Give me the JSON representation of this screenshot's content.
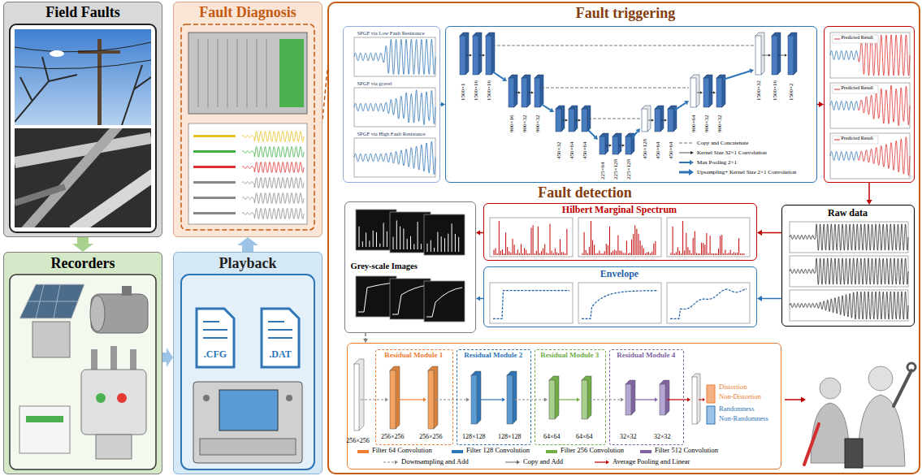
{
  "diagram": {
    "nodes": [
      {
        "text": [
          "Field Faults"
        ]
      },
      {
        "text": [
          "Recorders"
        ]
      },
      {
        "text": [
          "Fault Diagnosis"
        ]
      },
      {
        "text": [
          "Playback"
        ]
      },
      {
        "text": [
          "Fault triggering",
          "Fault detection"
        ]
      },
      {
        "text": [
          "SPGF via Low Fault Resistance",
          "SPGF via gravel",
          "SPGF via High Fault Resistance"
        ],
        "in": 4
      },
      {
        "text": [
          "1500×1",
          "1500×16",
          "1500×16",
          "900×16",
          "900×32",
          "900×32",
          "450×32",
          "450×64",
          "450×64",
          "225×64",
          "225×128",
          "225×128",
          "450×128",
          "450×64",
          "450×64",
          "900×64",
          "900×32",
          "900×32",
          "1500×32",
          "1500×16",
          "1500×2"
        ],
        "in": 4
      },
      {
        "text": [
          "Predicted Result",
          "Predicted Result",
          "Predicted Result"
        ],
        "in": 4
      },
      {
        "text": [
          "Raw data"
        ],
        "in": 4
      },
      {
        "text": [
          "Hilbert Marginal Spectrum"
        ],
        "in": 4
      },
      {
        "text": [
          "Envelope"
        ],
        "in": 4
      },
      {
        "text": [
          "Grey-scale Images"
        ],
        "in": 4
      },
      {
        "text": [
          "256×256"
        ],
        "in": 4
      },
      {
        "text": [
          "Residual Module 1",
          "256×256",
          "256×256"
        ],
        "in": 12
      },
      {
        "text": [
          "Residual Module 2",
          "128×128",
          "128×128"
        ],
        "in": 12
      },
      {
        "text": [
          "Residual Module 3",
          "64×64",
          "64×64"
        ],
        "in": 12
      },
      {
        "text": [
          "Residual Module 4",
          "32×32",
          "32×32"
        ],
        "in": 12
      }
    ],
    "edges": [
      {
        "from": 0,
        "to": 1,
        "arrow": "to"
      },
      {
        "from": 1,
        "to": 3,
        "arrow": "to"
      },
      {
        "from": 3,
        "to": 2,
        "arrow": "to"
      },
      {
        "from": 2,
        "to": 4,
        "arrow": "none"
      },
      {
        "from": 5,
        "to": 6,
        "arrow": "to"
      },
      {
        "from": 6,
        "to": 7,
        "arrow": "to"
      },
      {
        "from": 7,
        "to": 8,
        "arrow": "to"
      },
      {
        "from": 8,
        "to": 9,
        "arrow": "to"
      },
      {
        "from": 8,
        "to": 10,
        "arrow": "to"
      },
      {
        "from": 9,
        "to": 11,
        "arrow": "to"
      },
      {
        "from": 10,
        "to": 11,
        "arrow": "to"
      },
      {
        "from": 11,
        "to": 12,
        "arrow": "to"
      }
    ],
    "labels": [
      ".CFG",
      ".DAT",
      "Distortion",
      "Non-Distortion",
      "Randomness",
      "Non-Randomness"
    ],
    "legend": [
      {
        "text": "Copy and Concatenate"
      },
      {
        "text": "Kernel Size 32×1 Convolution"
      },
      {
        "text": "Max Pooling 2×1"
      },
      {
        "text": "Upsampling+ Kernel Size 2×1 Convolution"
      },
      {
        "text": "Filter 64 Convolution",
        "color": "#ed7d31"
      },
      {
        "text": "Filter 128 Convolution",
        "color": "#2e75b6"
      },
      {
        "text": "Filter 256 Convolution",
        "color": "#70ad47"
      },
      {
        "text": "Filter 512 Convolution",
        "color": "#8064a2"
      },
      {
        "text": "Downsampling and Add"
      },
      {
        "text": "Copy and Add"
      },
      {
        "text": "Average Pooling and Linear"
      }
    ]
  }
}
